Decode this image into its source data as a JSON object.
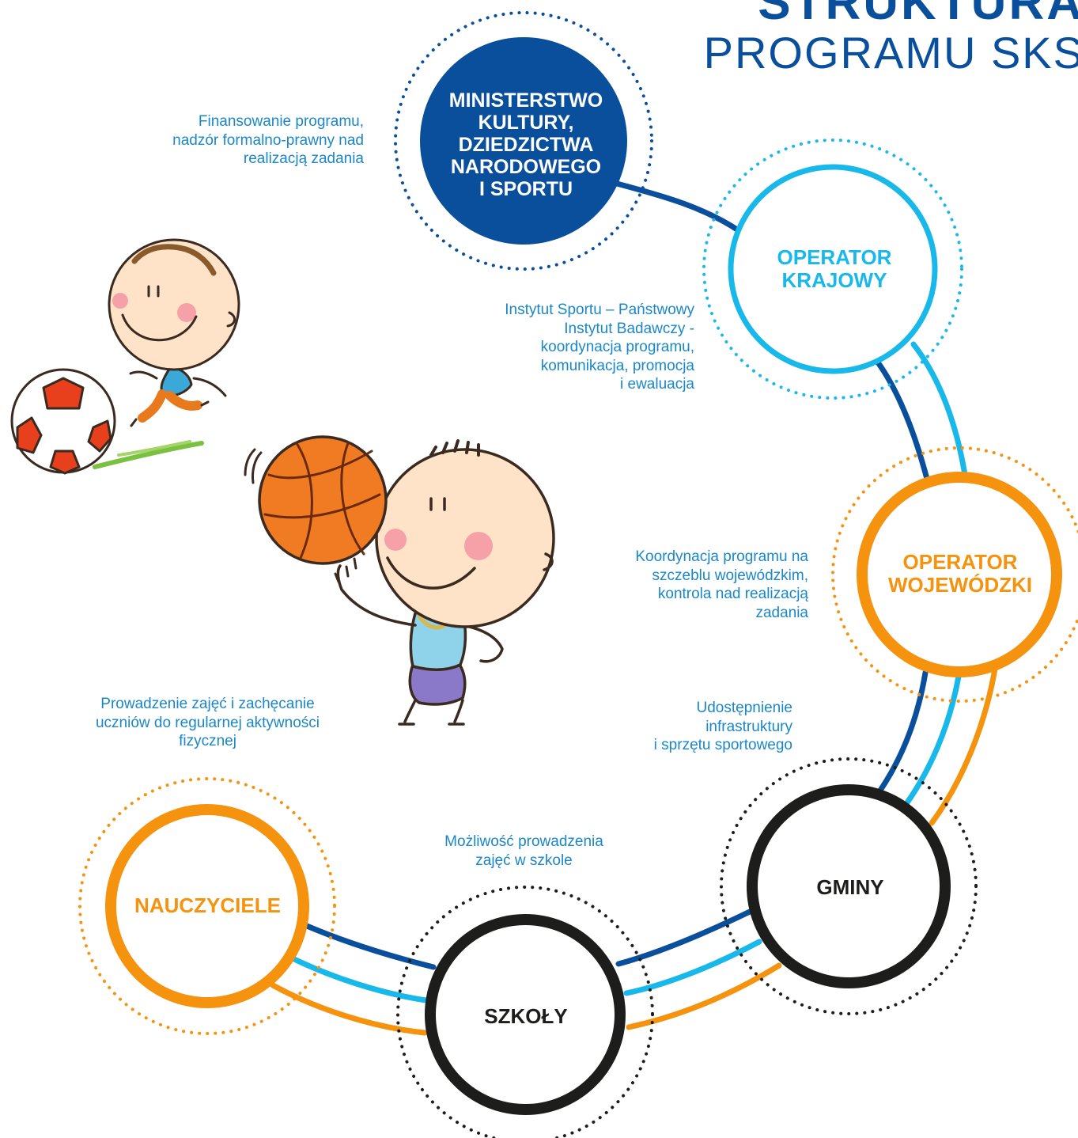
{
  "title": {
    "line1": "STRUKTURA",
    "line2": "PROGRAMU SKS"
  },
  "nodes": {
    "ministry": {
      "label": "MINISTERSTWO\nKULTURY,\nDZIEDZICTWA\nNARODOWEGO\nI SPORTU",
      "color": "#0a4f9c"
    },
    "national_operator": {
      "label": "OPERATOR\nKRAJOWY",
      "color": "#18b9ea"
    },
    "regional_operator": {
      "label": "OPERATOR\nWOJEWÓDZKI",
      "color": "#f5930f"
    },
    "municipalities": {
      "label": "GMINY",
      "color": "#1d1d1b"
    },
    "schools": {
      "label": "SZKOŁY",
      "color": "#1d1d1b"
    },
    "teachers": {
      "label": "NAUCZYCIELE",
      "color": "#f5930f"
    }
  },
  "descriptions": {
    "ministry": "Finansowanie programu,\nnadzór formalno-prawny nad\nrealizacją zadania",
    "national_operator": "Instytut Sportu – Państwowy\nInstytut Badawczy -\nkoordynacja programu,\nkomunikacja, promocja\ni ewaluacja",
    "regional_operator": "Koordynacja programu na\nszczeblu wojewódzkim,\nkontrola nad realizacją\nzadania",
    "municipalities": "Udostępnienie\ninfrastruktury\ni sprzętu sportowego",
    "schools": "Możliwość prowadzenia\nzajęć w szkole",
    "teachers": "Prowadzenie zajęć i zachęcanie\nuczniów do regularnej aktywności\nfizycznej"
  },
  "illustrations": [
    "child-with-soccer-ball",
    "child-with-basketball"
  ],
  "connector_colors": {
    "dark_blue": "#0a4f9c",
    "light_blue": "#18b9ea",
    "orange": "#f5930f"
  }
}
